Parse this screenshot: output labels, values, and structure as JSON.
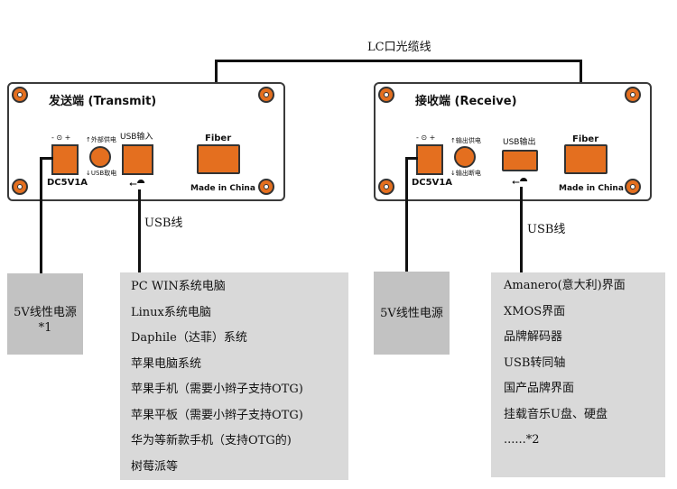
{
  "cable_label": "LC口光缆线",
  "transmit": {
    "title": "发送端 (Transmit)",
    "power_symbol": "- ⊙ +",
    "dc_label": "DC5V1A",
    "switch_top": "↑外部供电",
    "switch_bottom": "↓USB取电",
    "usb_label": "USB输入",
    "usb_symbol": "⭠⯊",
    "fiber_label": "Fiber",
    "made_in": "Made in China"
  },
  "receive": {
    "title": "接收端 (Receive)",
    "power_symbol": "- ⊙ +",
    "dc_label": "DC5V1A",
    "switch_top": "↑输出供电",
    "switch_bottom": "↓输出断电",
    "usb_label": "USB输出",
    "usb_symbol": "⭠⯊",
    "fiber_label": "Fiber",
    "made_in": "Made in China"
  },
  "left_usb_caption": "USB线",
  "right_usb_caption": "USB线",
  "left_power": {
    "line1": "5V线性电源",
    "line2": "*1"
  },
  "right_power": {
    "line1": "5V线性电源"
  },
  "source_list": [
    "PC WIN系统电脑",
    "Linux系统电脑",
    "Daphile（达菲）系统",
    "苹果电脑系统",
    "苹果手机（需要小辫子支持OTG)",
    "苹果平板（需要小辫子支持OTG)",
    "华为等新款手机（支持OTG的)",
    "树莓派等"
  ],
  "sink_list": [
    "Amanero(意大利)界面",
    "XMOS界面",
    "品牌解码器",
    "USB转同轴",
    "国产品牌界面",
    "挂载音乐U盘、硬盘",
    "......*2"
  ]
}
